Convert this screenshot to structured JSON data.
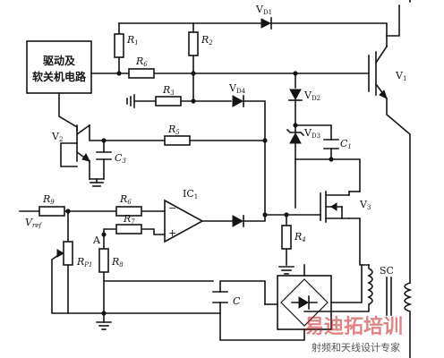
{
  "driver_box": {
    "line1": "驱动及",
    "line2": "软关机电路"
  },
  "labels": {
    "VD1": "V",
    "VD1_sub": "D1",
    "VD2": "V",
    "VD2_sub": "D2",
    "VD3": "V",
    "VD3_sub": "D3",
    "VD4": "V",
    "VD4_sub": "D4",
    "V1": "V",
    "V1_sub": "1",
    "V2": "V",
    "V2_sub": "2",
    "V3": "V",
    "V3_sub": "3",
    "R1": "R",
    "R1_sub": "1",
    "R2": "R",
    "R2_sub": "2",
    "R3": "R",
    "R3_sub": "3",
    "R4": "R",
    "R4_sub": "4",
    "R5": "R",
    "R5_sub": "5",
    "R6a": "R",
    "R6a_sub": "6",
    "R6b": "R",
    "R6b_sub": "6",
    "R7": "R",
    "R7_sub": "7",
    "R8": "R",
    "R8_sub": "8",
    "R9": "R",
    "R9_sub": "9",
    "RP1": "R",
    "RP1_sub": "P1",
    "C1": "C",
    "C1_sub": "1",
    "C3": "C",
    "C3_sub": "3",
    "C": "C",
    "IC1": "IC",
    "IC1_sub": "1",
    "Vref": "V",
    "Vref_sub": "ref",
    "A": "A",
    "SC": "SC",
    "minus": "−",
    "plus": "+"
  },
  "watermark": {
    "main": "易迪拓培训",
    "sub": "射频和天线设计专家"
  },
  "colors": {
    "ink": "#141414",
    "watermark_red": "#c81e1e"
  }
}
